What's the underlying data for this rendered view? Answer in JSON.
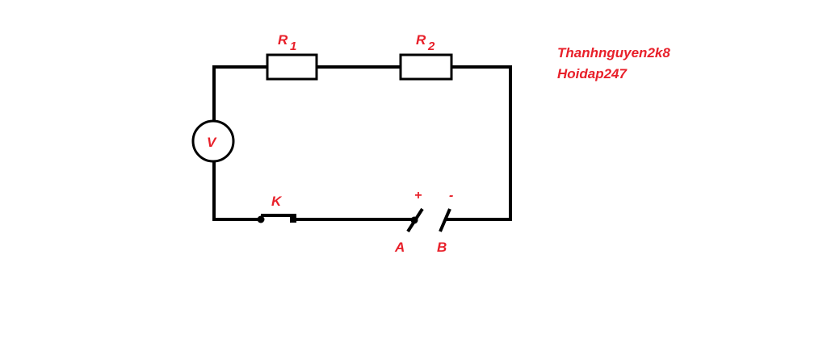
{
  "circuit": {
    "resistor_1": {
      "letter": "R",
      "index": "1"
    },
    "resistor_2": {
      "letter": "R",
      "index": "2"
    },
    "voltmeter": {
      "symbol": "V"
    },
    "switch": {
      "label": "K"
    },
    "source": {
      "terminal_a": {
        "label": "A",
        "polarity": "+"
      },
      "terminal_b": {
        "label": "B",
        "polarity": "-"
      }
    }
  },
  "credits": {
    "line_1": "Thanhnguyen2k8",
    "line_2": "Hoidap247"
  },
  "colors": {
    "wire": "#000000",
    "label": "#e8202a"
  }
}
